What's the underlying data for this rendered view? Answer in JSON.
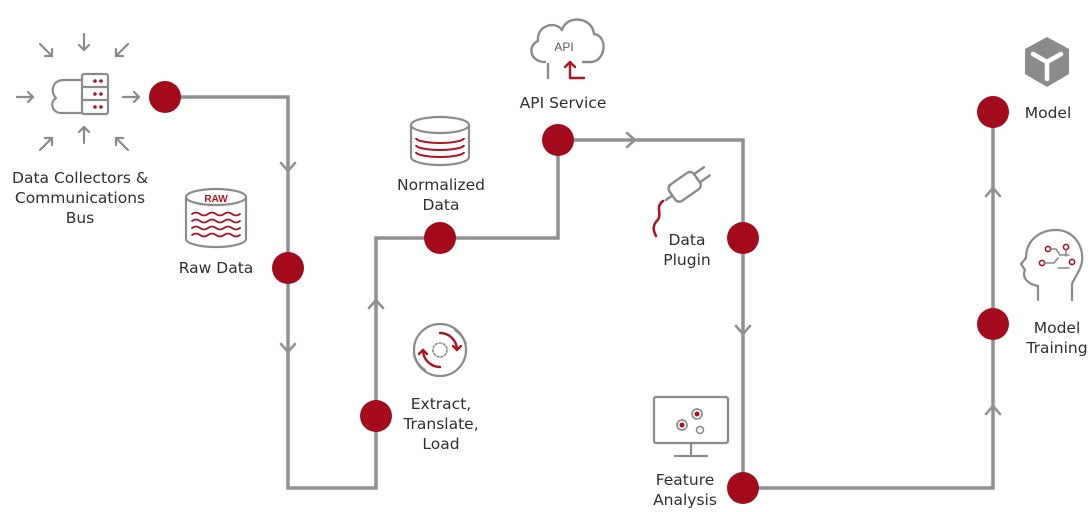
{
  "colors": {
    "line": "#929090",
    "node": "#a30b1c",
    "icon_gray": "#8c8a8a",
    "icon_red": "#b0131f",
    "text": "#2f2f2f"
  },
  "labels": {
    "collectors": "Data Collectors &\nCommunications\nBus",
    "raw_data": "Raw Data",
    "raw_badge": "RAW",
    "normalized": "Normalized\nData",
    "etl": "Extract,\nTranslate,\nLoad",
    "api_service": "API Service",
    "api_badge": "API",
    "data_plugin": "Data\nPlugin",
    "feature_analysis": "Feature\nAnalysis",
    "model_training": "Model\nTraining",
    "model": "Model"
  },
  "icons": {
    "collectors": "cloud-server-inbound-arrows-icon",
    "raw_data": "raw-database-icon",
    "normalized": "database-stack-icon",
    "etl": "cycle-arrows-icon",
    "api_service": "api-cloud-icon",
    "data_plugin": "plug-icon",
    "feature_analysis": "monitor-gears-icon",
    "model_training": "brain-circuit-head-icon",
    "model": "cube-icon"
  }
}
